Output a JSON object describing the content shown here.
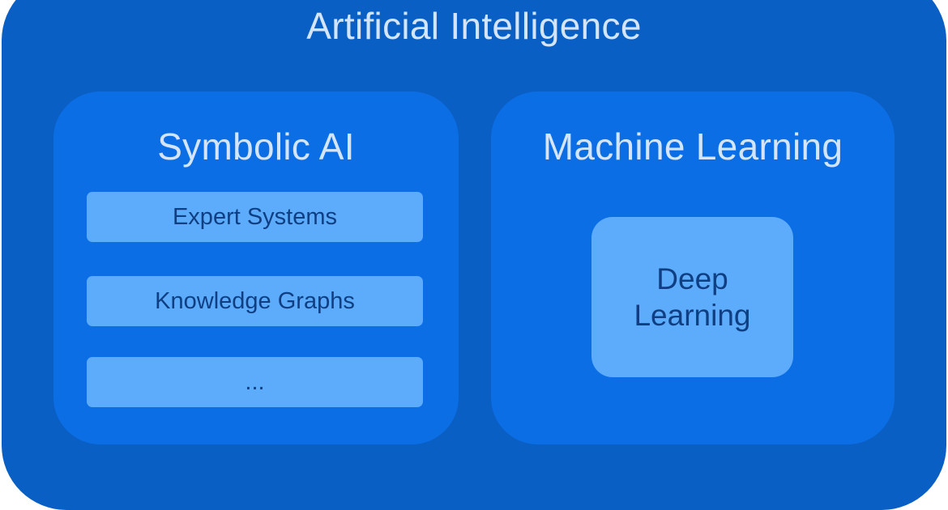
{
  "diagram": {
    "outer": {
      "title": "Artificial Intelligence"
    },
    "symbolic": {
      "title": "Symbolic AI",
      "items": [
        "Expert Systems",
        "Knowledge Graphs",
        "..."
      ]
    },
    "ml": {
      "title": "Machine Learning",
      "sub": {
        "line1": "Deep",
        "line2": "Learning"
      }
    }
  },
  "colors": {
    "outer_fill": "#0a5fc4",
    "panel_fill": "#0c6ee5",
    "box_fill": "#5dabfb",
    "title_text": "#d4e5fa",
    "box_text": "#0f3f82"
  }
}
